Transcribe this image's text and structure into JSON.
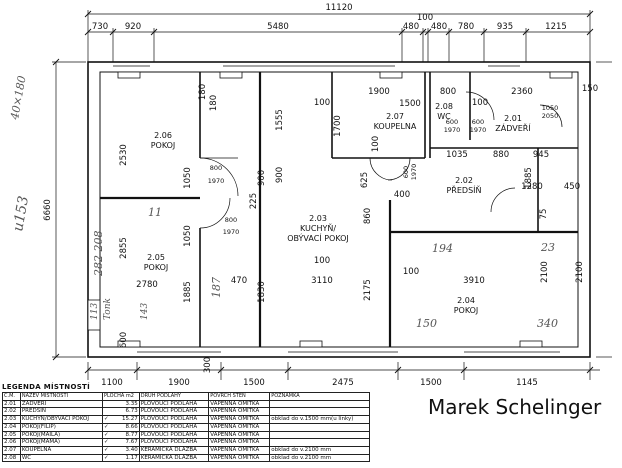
{
  "dimensions": {
    "total_width": "11120",
    "top": [
      "730",
      "920",
      "5480",
      "480",
      "100",
      "480",
      "780",
      "935",
      "1215"
    ],
    "bottom": [
      "1100",
      "1900",
      "1500",
      "2475",
      "1500",
      "1145"
    ],
    "left_total": "6660",
    "inner": {
      "d1900": "1900",
      "d800a": "800",
      "d2360": "2360",
      "d150": "150",
      "d2530": "2530",
      "d1050a": "1050",
      "d1555": "1555",
      "d900a": "900",
      "d1700": "1700",
      "d100a": "100",
      "d100b": "100",
      "d100c": "100",
      "d180a": "180",
      "d180b": "180",
      "d600a": "600",
      "d1970a": "1970",
      "d600b": "600",
      "d1970b": "1970",
      "d1050b": "1050",
      "d2050": "2050",
      "d1035": "1035",
      "d880": "880",
      "d945": "945",
      "d1885": "1885",
      "d1280": "1280",
      "d450": "450",
      "d625": "625",
      "d600c": "600",
      "d1970c": "1970",
      "d400": "400",
      "d800b": "800",
      "d1970d": "1970",
      "d1050c": "1050",
      "d900b": "900",
      "d225": "225",
      "d800c": "800",
      "d1970e": "1970",
      "d860": "860",
      "d100d": "100",
      "d3910": "3910",
      "d2100a": "2100",
      "d2100b": "2100",
      "d2175": "2175",
      "d1830": "1830",
      "d3110": "3110",
      "d470": "470",
      "d1885b": "1885",
      "d2780": "2780",
      "d2855": "2855",
      "d600d": "600",
      "d300": "300",
      "d75": "75",
      "d1500": "1500",
      "d100e": "100"
    }
  },
  "rooms": [
    {
      "id": "2.06",
      "name": "POKOJ"
    },
    {
      "id": "2.07",
      "name": "KOUPELNA"
    },
    {
      "id": "2.08",
      "name": "WC"
    },
    {
      "id": "2.01",
      "name": "ZÁDVEŘÍ"
    },
    {
      "id": "2.02",
      "name": "PŘEDSÍŇ"
    },
    {
      "id": "2.03",
      "name": "KUCHYŇ/",
      "name2": "OBÝVACÍ POKOJ"
    },
    {
      "id": "2.05",
      "name": "POKOJ"
    },
    {
      "id": "2.04",
      "name": "POKOJ"
    }
  ],
  "handwriting": {
    "note1": "40×180",
    "note2": "u153",
    "note3": "194",
    "note4": "23",
    "note5": "150",
    "note6": "340",
    "note7": "187",
    "note8": "282  208",
    "note9": "11",
    "note10": "Tonk",
    "note11": "113",
    "note12": "143"
  },
  "legend": {
    "title": "LEGENDA MÍSTNOSTÍ",
    "headers": [
      "Č.M.",
      "NÁZEV MÍSTNOSTI",
      "PLOCHA m2",
      "DRUH PODLAHY",
      "POVRCH STĚN",
      "POZNÁMKA"
    ],
    "rows": [
      [
        "2.01",
        "ZÁDVEŘÍ",
        "",
        "3.35",
        "PLOVOUCÍ PODLAHA",
        "VÁPENNÁ OMÍTKA",
        ""
      ],
      [
        "2.02",
        "PŘEDSÍŇ",
        "",
        "6.73",
        "PLOVOUCÍ PODLAHA",
        "VÁPENNÁ OMÍTKA",
        ""
      ],
      [
        "2.03",
        "KUCHYŇ/OBÝVACÍ POKOJ",
        "✓",
        "15.27",
        "PLOVOUCÍ PODLAHA",
        "VÁPENNÁ OMÍTKA",
        "obklad do v.1500 mm(u linky)"
      ],
      [
        "2.04",
        "POKOJ(FILIP)",
        "✓",
        "8.66",
        "PLOVOUCÍ PODLAHA",
        "VÁPENNÁ OMÍTKA",
        ""
      ],
      [
        "2.05",
        "POKOJ(MAILA)",
        "✓",
        "8.77",
        "PLOVOUCÍ PODLAHA",
        "VÁPENNÁ OMÍTKA",
        ""
      ],
      [
        "2.06",
        "POKOJ(MAMA)",
        "✓",
        "7.67",
        "PLOVOUCÍ PODLAHA",
        "VÁPENNÁ OMÍTKA",
        ""
      ],
      [
        "2.07",
        "KOUPELNA",
        "✓",
        "3.40",
        "KERAMICKÁ DLAŽBA",
        "VÁPENNÁ OMÍTKA",
        "obklad do v.2100 mm"
      ],
      [
        "2.08",
        "WC",
        "✓",
        "1.17",
        "KERAMICKÁ DLAŽBA",
        "VÁPENNÁ OMÍTKA",
        "obklad do v.2100 mm"
      ]
    ]
  },
  "author": "Marek Schelinger"
}
